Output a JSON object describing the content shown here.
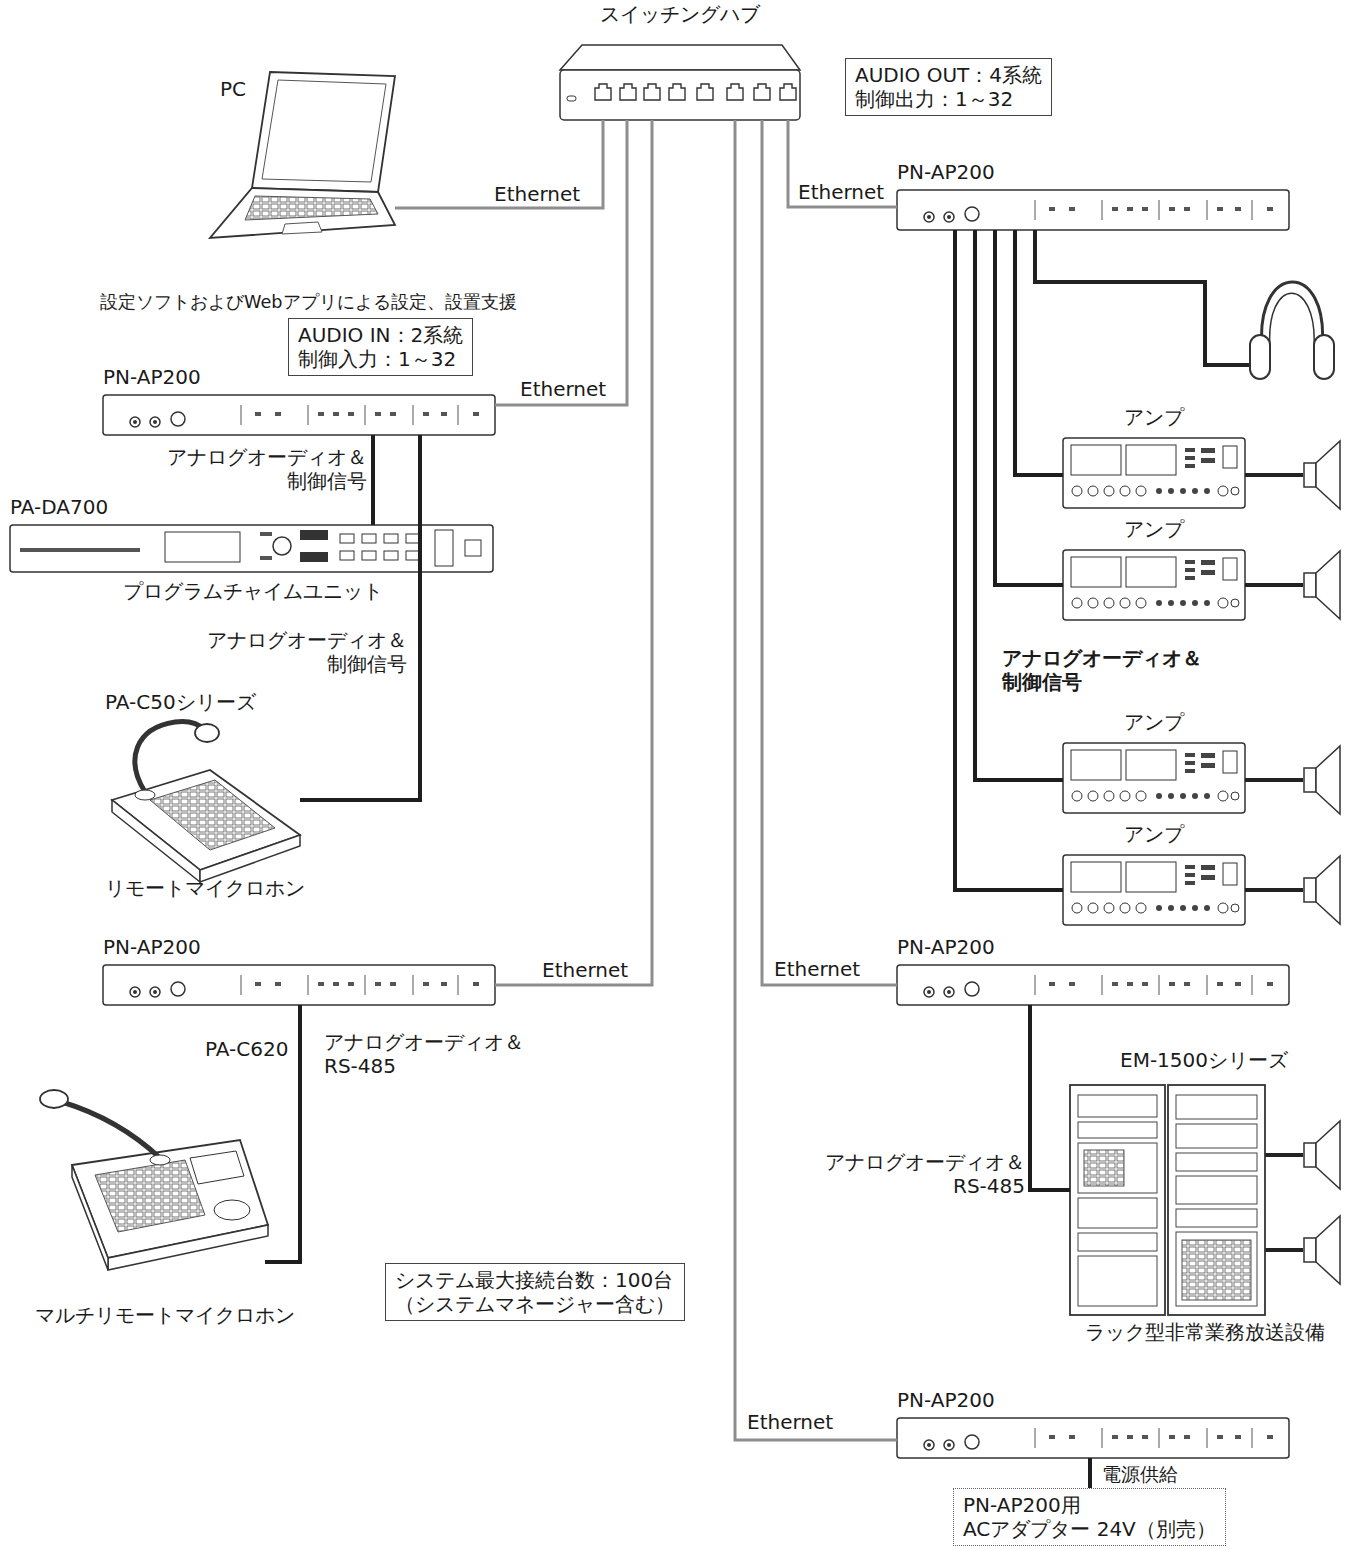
{
  "diagram": {
    "nodes": [
      {
        "text": [
          "スイッチングハブ"
        ]
      },
      {
        "text": [
          "PC",
          "設定ソフトおよびWebアプリによる設定、設置支援"
        ]
      },
      {
        "text": [
          "AUDIO IN：2系統",
          "制御入力：1～32"
        ]
      },
      {
        "text": [
          "PN-AP200"
        ]
      },
      {
        "text": [
          "PA-DA700",
          "プログラムチャイムユニット"
        ]
      },
      {
        "text": [
          "PA-C50シリーズ",
          "リモートマイクロホン"
        ]
      },
      {
        "text": [
          "PN-AP200"
        ]
      },
      {
        "text": [
          "PA-C620",
          "マルチリモートマイクロホン"
        ]
      },
      {
        "text": [
          "システム最大接続台数：100台",
          "（システムマネージャー含む）"
        ]
      },
      {
        "text": [
          "AUDIO OUT：4系統",
          "制御出力：1～32"
        ]
      },
      {
        "text": [
          "PN-AP200"
        ]
      },
      {
        "text": [
          "アンプ"
        ]
      },
      {
        "text": [
          "アンプ"
        ]
      },
      {
        "text": [
          "アンプ"
        ]
      },
      {
        "text": [
          "アンプ"
        ]
      },
      {
        "text": [
          "PN-AP200"
        ]
      },
      {
        "text": [
          "EM-1500シリーズ",
          "ラック型非常業務放送設備"
        ]
      },
      {
        "text": [
          "PN-AP200"
        ]
      },
      {
        "text": [
          "PN-AP200用",
          "ACアダプター 24V（別売）"
        ]
      }
    ],
    "edges": [
      {
        "from": 0,
        "to": 1,
        "arrow": "none",
        "label": "Ethernet"
      },
      {
        "from": 0,
        "to": 3,
        "arrow": "none",
        "label": "Ethernet"
      },
      {
        "from": 0,
        "to": 6,
        "arrow": "none",
        "label": "Ethernet"
      },
      {
        "from": 0,
        "to": 10,
        "arrow": "none",
        "label": "Ethernet"
      },
      {
        "from": 0,
        "to": 15,
        "arrow": "none",
        "label": "Ethernet"
      },
      {
        "from": 0,
        "to": 17,
        "arrow": "none",
        "label": "Ethernet"
      },
      {
        "from": 3,
        "to": 4,
        "arrow": "none",
        "label": "アナログオーディオ＆ 制御信号"
      },
      {
        "from": 3,
        "to": 5,
        "arrow": "none",
        "label": "アナログオーディオ＆ 制御信号"
      },
      {
        "from": 10,
        "to": 11,
        "arrow": "none"
      },
      {
        "from": 10,
        "to": 12,
        "arrow": "none"
      },
      {
        "from": 10,
        "to": 13,
        "arrow": "none",
        "label": "アナログオーディオ＆ 制御信号"
      },
      {
        "from": 10,
        "to": 14,
        "arrow": "none"
      },
      {
        "from": 6,
        "to": 7,
        "arrow": "none",
        "label": "アナログオーディオ＆ RS-485"
      },
      {
        "from": 15,
        "to": 16,
        "arrow": "none",
        "label": "アナログオーディオ＆ RS-485"
      },
      {
        "from": 17,
        "to": 18,
        "arrow": "none",
        "label": "電源供給"
      }
    ]
  }
}
